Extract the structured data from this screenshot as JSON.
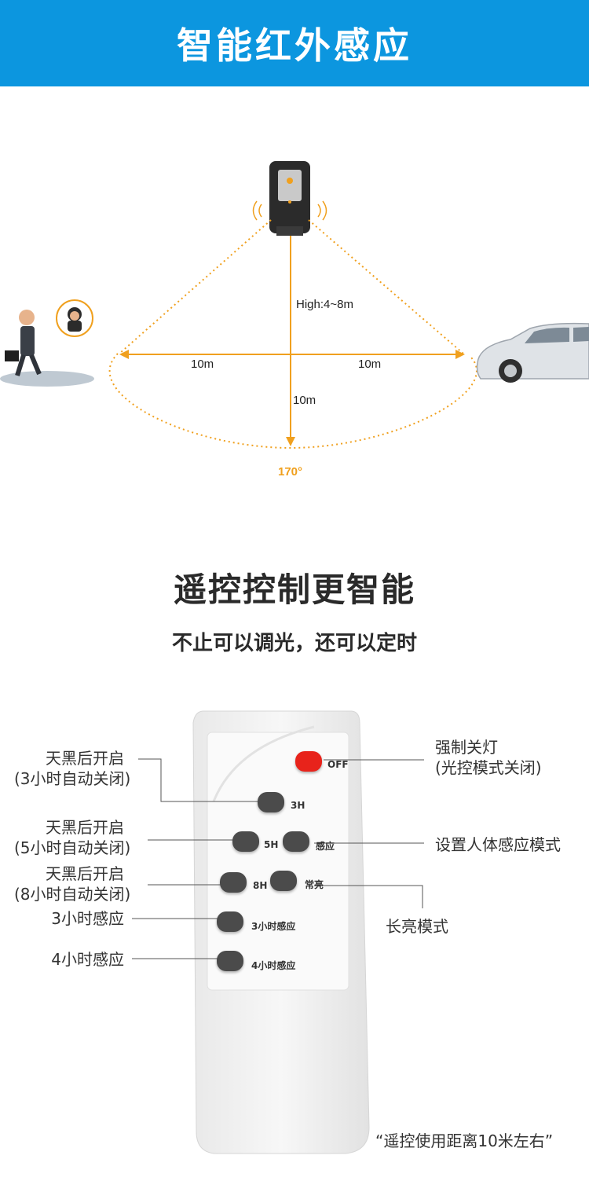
{
  "header": {
    "title": "智能红外感应"
  },
  "diagram": {
    "height_label": "High:4~8m",
    "left_distance": "10m",
    "right_distance": "10m",
    "down_distance": "10m",
    "angle": "170°",
    "accent_color": "#f0a01e"
  },
  "remote_section": {
    "title": "遥控控制更智能",
    "subtitle": "不止可以调光，还可以定时"
  },
  "remote": {
    "buttons": {
      "off": "OFF",
      "h3": "3H",
      "h5": "5H",
      "sense": "感应",
      "h8": "8H",
      "always": "常亮",
      "sense3": "3小时感应",
      "sense4": "4小时感应"
    },
    "callouts_left": [
      {
        "line1": "天黑后开启",
        "line2": "(3小时自动关闭)"
      },
      {
        "line1": "天黑后开启",
        "line2": "(5小时自动关闭)"
      },
      {
        "line1": "天黑后开启",
        "line2": "(8小时自动关闭)"
      },
      {
        "line1": "3小时感应"
      },
      {
        "line1": "4小时感应"
      }
    ],
    "callouts_right": [
      {
        "line1": "强制关灯",
        "line2": "(光控模式关闭)"
      },
      {
        "line1": "设置人体感应模式"
      },
      {
        "line1": "长亮模式"
      }
    ],
    "distance_note": "“遥控使用距离10米左右”",
    "off_color": "#e8231b",
    "button_color": "#4b4b4b"
  }
}
